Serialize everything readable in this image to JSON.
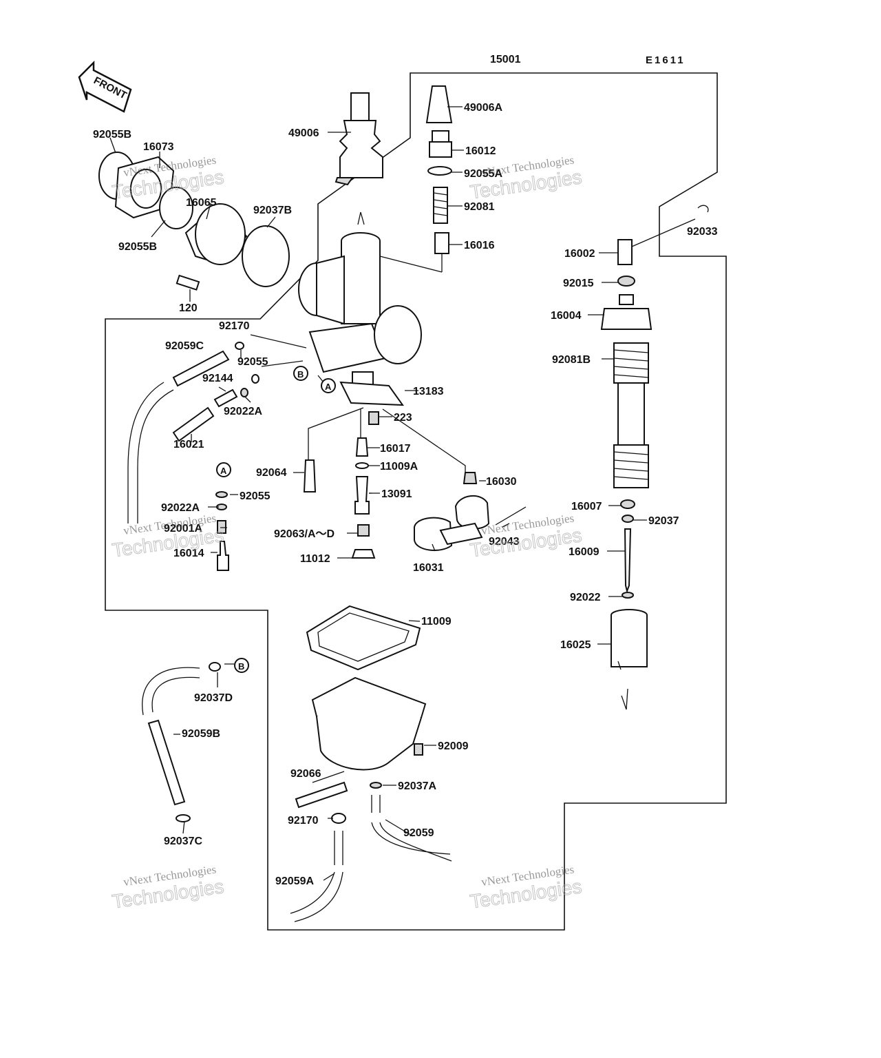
{
  "diagram": {
    "code": "E1611",
    "front_label": "FRONT",
    "watermark": {
      "line1": "vNext Technologies",
      "line2": "Technologies"
    },
    "labels": {
      "p15001": "15001",
      "p49006A": "49006A",
      "p49006": "49006",
      "p16012": "16012",
      "p92055A": "92055A",
      "p92081": "92081",
      "p16016": "16016",
      "p92033": "92033",
      "p16002": "16002",
      "p92015": "92015",
      "p16004": "16004",
      "p92081B": "92081B",
      "p16007": "16007",
      "p92037": "92037",
      "p16009": "16009",
      "p92022": "92022",
      "p16025": "16025",
      "p92055B_top": "92055B",
      "p16073": "16073",
      "p16065": "16065",
      "p92037B": "92037B",
      "p92055B_bot": "92055B",
      "p120": "120",
      "p92170_top": "92170",
      "p92059C": "92059C",
      "p92055_mid": "92055",
      "p92144": "92144",
      "p92022A_mid": "92022A",
      "p16021": "16021",
      "p13183": "13183",
      "p223": "223",
      "p16017": "16017",
      "p11009A": "11009A",
      "p16030": "16030",
      "p92064": "92064",
      "p92055_left": "92055",
      "p92022A_left": "92022A",
      "p92001": "92001A",
      "p16014": "16014",
      "p13091": "13091",
      "p92063": "92063/A～D",
      "p11012": "11012",
      "p16031": "16031",
      "p92043": "92043",
      "p11009": "11009",
      "p92037D": "92037D",
      "p92059B": "92059B",
      "p92009": "92009",
      "p92066": "92066",
      "p92037A": "92037A",
      "p92170_bot": "92170",
      "p92059": "92059",
      "p92037C": "92037C",
      "p92059A": "92059A"
    },
    "callouts": {
      "a": "A",
      "b": "B"
    }
  }
}
